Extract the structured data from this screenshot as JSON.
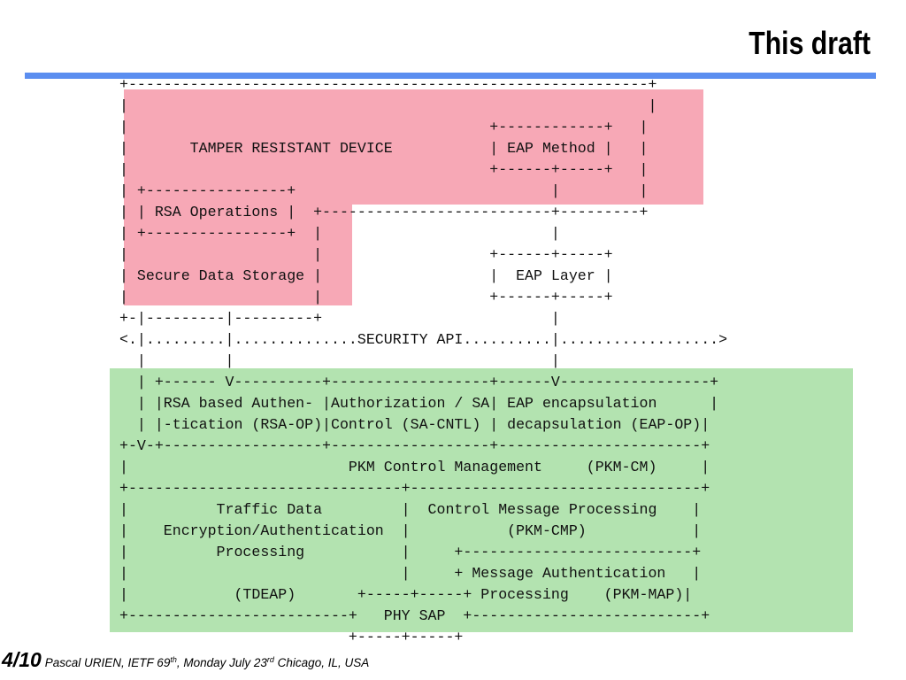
{
  "slide": {
    "title": "This draft",
    "accent_color": "#5b8ef0",
    "secure_region_color": "#f7a8b6",
    "network_region_color": "#b3e3b0"
  },
  "diagram": {
    "lines": [
      "+-----------------------------------------------------------+",
      "|                                                           |",
      "|                                         +------------+   |",
      "|       TAMPER RESISTANT DEVICE           | EAP Method |   |",
      "|                                         +------+-----+   |",
      "| +----------------+                             |         |",
      "| | RSA Operations |  +--------------------------+---------+",
      "| +----------------+  |                          |",
      "|                     |                   +------+-----+",
      "| Secure Data Storage |                   |  EAP Layer |",
      "|                     |                   +------+-----+",
      "+-|---------|---------+                          |",
      "<.|.........|..............SECURITY API..........|..................>",
      "  |         |                                    |",
      "  | +------ V----------+------------------+------V-----------------+",
      "  | |RSA based Authen- |Authorization / SA| EAP encapsulation      |",
      "  | |-tication (RSA-OP)|Control (SA-CNTL) | decapsulation (EAP-OP)|",
      "+-V-+------------------+------------------+-----------------------+",
      "|                         PKM Control Management     (PKM-CM)     |",
      "+-------------------------------+---------------------------------+",
      "|          Traffic Data         |  Control Message Processing    |",
      "|    Encryption/Authentication  |           (PKM-CMP)            |",
      "|          Processing           |     +--------------------------+",
      "|                               |     + Message Authentication   |",
      "|            (TDEAP)       +-----+-----+ Processing    (PKM-MAP)|",
      "+-------------------------+   PHY SAP  +--------------------------+",
      "                          +-----+-----+"
    ]
  },
  "footer": {
    "page_current": "4",
    "page_separator": "/",
    "page_total": "10",
    "author_event": "Pascal URIEN, IETF 69",
    "ordinal_1": "th",
    "date_text": ", Monday July 23",
    "ordinal_2": "rd",
    "location": " Chicago, IL, USA"
  }
}
